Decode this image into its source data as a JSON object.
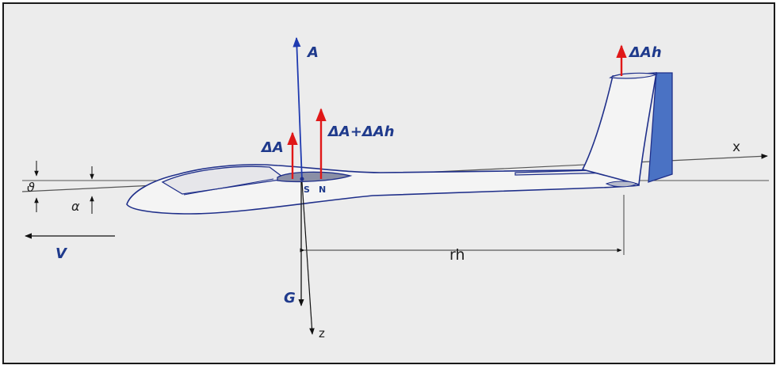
{
  "labels": {
    "lift": "A",
    "delta_lift": "ΔA",
    "delta_sum": "ΔA+ΔAh",
    "delta_tail": "ΔAh",
    "weight": "G",
    "x_axis": "x",
    "z_axis": "z",
    "tail_arm": "rh",
    "velocity": "V",
    "pitch_angle": "ϑ",
    "attack_angle": "α",
    "cg_point": "S",
    "neutral_point": "N"
  },
  "colors": {
    "background": "#ececec",
    "outline": "#1f2f8a",
    "force_red": "#e01818",
    "lift_blue": "#1f3ab0",
    "rudder_fill": "#4a72c4",
    "wing_fill": "#8a8fa6"
  }
}
